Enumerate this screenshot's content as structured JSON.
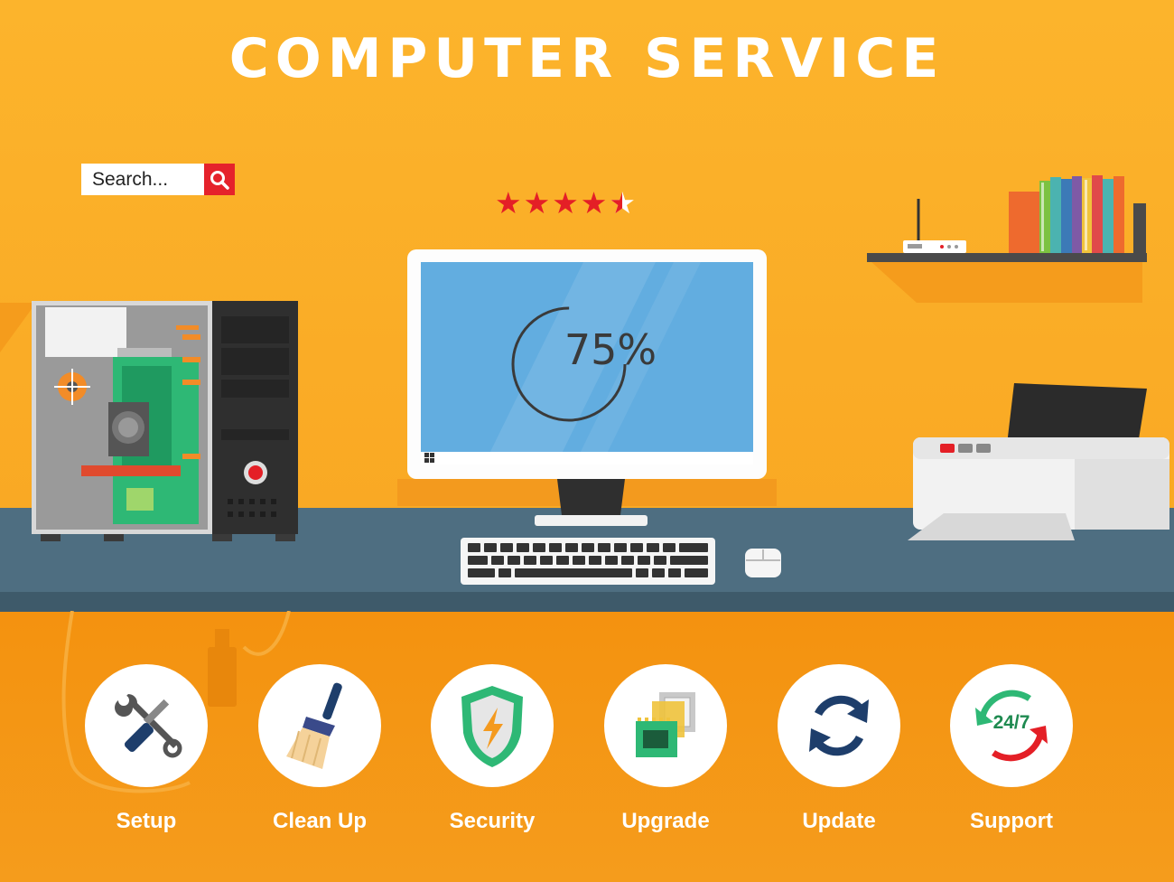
{
  "header": {
    "title": "COMPUTER SERVICE"
  },
  "search": {
    "placeholder": "Search..."
  },
  "rating": {
    "value": 4.5,
    "max": 5,
    "star": "★"
  },
  "screen": {
    "progress_text": "75%",
    "progress_value": 0.75
  },
  "services": [
    {
      "label": "Setup",
      "icon": "tools-icon"
    },
    {
      "label": "Clean Up",
      "icon": "brush-icon"
    },
    {
      "label": "Security",
      "icon": "shield-icon"
    },
    {
      "label": "Upgrade",
      "icon": "chip-icon"
    },
    {
      "label": "Update",
      "icon": "refresh-icon"
    },
    {
      "label": "Support",
      "icon": "support-24-7-icon",
      "badge": "24/7"
    }
  ],
  "colors": {
    "background": "#f9a823",
    "accent": "#e41f26",
    "desk": "#4e6e81",
    "screen": "#62ade0",
    "icon_navy": "#1e3e6b"
  }
}
